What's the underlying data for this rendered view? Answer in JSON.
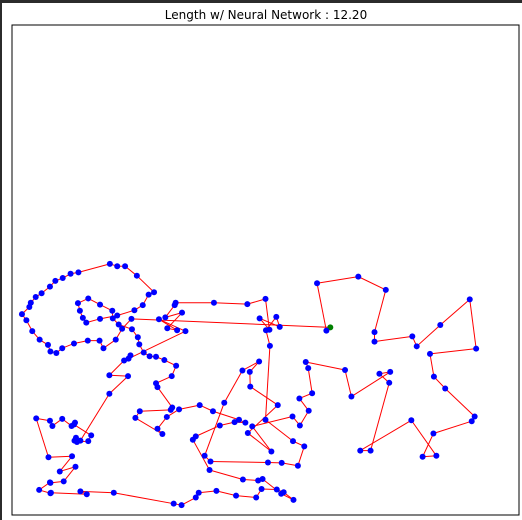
{
  "chart_data": {
    "type": "scatter",
    "title": "Length w/ Neural Network : 12.20",
    "xlabel": "",
    "ylabel": "",
    "xlim": [
      0,
      1
    ],
    "ylim": [
      0,
      1
    ],
    "grid": false,
    "axes_visible": false,
    "colors": {
      "points": "#0000ff",
      "tour": "#ff0000",
      "start": "#008000"
    },
    "start_index": 0,
    "points": [
      [
        0.632,
        0.379
      ],
      [
        0.624,
        0.372
      ],
      [
        0.605,
        0.472
      ],
      [
        0.689,
        0.486
      ],
      [
        0.745,
        0.458
      ],
      [
        0.722,
        0.369
      ],
      [
        0.722,
        0.349
      ],
      [
        0.799,
        0.36
      ],
      [
        0.808,
        0.339
      ],
      [
        0.856,
        0.384
      ],
      [
        0.916,
        0.438
      ],
      [
        0.929,
        0.334
      ],
      [
        0.835,
        0.323
      ],
      [
        0.843,
        0.275
      ],
      [
        0.866,
        0.25
      ],
      [
        0.926,
        0.191
      ],
      [
        0.92,
        0.181
      ],
      [
        0.842,
        0.155
      ],
      [
        0.82,
        0.106
      ],
      [
        0.848,
        0.108
      ],
      [
        0.797,
        0.183
      ],
      [
        0.693,
        0.119
      ],
      [
        0.714,
        0.119
      ],
      [
        0.752,
        0.262
      ],
      [
        0.732,
        0.281
      ],
      [
        0.754,
        0.285
      ],
      [
        0.675,
        0.233
      ],
      [
        0.662,
        0.289
      ],
      [
        0.582,
        0.306
      ],
      [
        0.587,
        0.293
      ],
      [
        0.595,
        0.24
      ],
      [
        0.569,
        0.229
      ],
      [
        0.588,
        0.203
      ],
      [
        0.57,
        0.172
      ],
      [
        0.555,
        0.191
      ],
      [
        0.473,
        0.17
      ],
      [
        0.512,
        0.117
      ],
      [
        0.464,
        0.156
      ],
      [
        0.525,
        0.215
      ],
      [
        0.469,
        0.254
      ],
      [
        0.468,
        0.285
      ],
      [
        0.487,
        0.307
      ],
      [
        0.453,
        0.288
      ],
      [
        0.416,
        0.22
      ],
      [
        0.376,
        0.108
      ],
      [
        0.388,
        0.096
      ],
      [
        0.505,
        0.094
      ],
      [
        0.533,
        0.093
      ],
      [
        0.566,
        0.087
      ],
      [
        0.579,
        0.128
      ],
      [
        0.556,
        0.139
      ],
      [
        0.5,
        0.184
      ],
      [
        0.509,
        0.34
      ],
      [
        0.501,
        0.373
      ],
      [
        0.522,
        0.401
      ],
      [
        0.529,
        0.38
      ],
      [
        0.488,
        0.398
      ],
      [
        0.508,
        0.374
      ],
      [
        0.5,
        0.439
      ],
      [
        0.463,
        0.428
      ],
      [
        0.395,
        0.431
      ],
      [
        0.317,
        0.431
      ],
      [
        0.315,
        0.426
      ],
      [
        0.296,
        0.4
      ],
      [
        0.33,
        0.41
      ],
      [
        0.3,
        0.377
      ],
      [
        0.32,
        0.373
      ],
      [
        0.283,
        0.396
      ],
      [
        0.337,
        0.371
      ],
      [
        0.221,
        0.313
      ],
      [
        0.225,
        0.32
      ],
      [
        0.212,
        0.309
      ],
      [
        0.182,
        0.278
      ],
      [
        0.22,
        0.276
      ],
      [
        0.182,
        0.239
      ],
      [
        0.123,
        0.14
      ],
      [
        0.111,
        0.14
      ],
      [
        0.114,
        0.146
      ],
      [
        0.116,
        0.137
      ],
      [
        0.139,
        0.139
      ],
      [
        0.145,
        0.151
      ],
      [
        0.11,
        0.174
      ],
      [
        0.112,
        0.178
      ],
      [
        0.105,
        0.171
      ],
      [
        0.086,
        0.186
      ],
      [
        0.066,
        0.171
      ],
      [
        0.061,
        0.182
      ],
      [
        0.033,
        0.187
      ],
      [
        0.058,
        0.105
      ],
      [
        0.106,
        0.107
      ],
      [
        0.081,
        0.075
      ],
      [
        0.113,
        0.085
      ],
      [
        0.089,
        0.054
      ],
      [
        0.062,
        0.051
      ],
      [
        0.061,
        0.052
      ],
      [
        0.039,
        0.036
      ],
      [
        0.062,
        0.029
      ],
      [
        0.063,
        0.03
      ],
      [
        0.136,
        0.027
      ],
      [
        0.123,
        0.033
      ],
      [
        0.191,
        0.03
      ],
      [
        0.313,
        0.007
      ],
      [
        0.329,
        0.004
      ],
      [
        0.358,
        0.02
      ],
      [
        0.364,
        0.03
      ],
      [
        0.4,
        0.034
      ],
      [
        0.44,
        0.024
      ],
      [
        0.481,
        0.02
      ],
      [
        0.492,
        0.038
      ],
      [
        0.523,
        0.037
      ],
      [
        0.537,
        0.031
      ],
      [
        0.557,
        0.015
      ],
      [
        0.532,
        0.028
      ],
      [
        0.494,
        0.059
      ],
      [
        0.485,
        0.056
      ],
      [
        0.454,
        0.058
      ],
      [
        0.386,
        0.078
      ],
      [
        0.352,
        0.142
      ],
      [
        0.358,
        0.149
      ],
      [
        0.407,
        0.172
      ],
      [
        0.437,
        0.179
      ],
      [
        0.459,
        0.178
      ],
      [
        0.446,
        0.184
      ],
      [
        0.393,
        0.202
      ],
      [
        0.366,
        0.215
      ],
      [
        0.324,
        0.206
      ],
      [
        0.299,
        0.19
      ],
      [
        0.28,
        0.165
      ],
      [
        0.29,
        0.154
      ],
      [
        0.235,
        0.188
      ],
      [
        0.244,
        0.202
      ],
      [
        0.307,
        0.205
      ],
      [
        0.31,
        0.21
      ],
      [
        0.28,
        0.253
      ],
      [
        0.277,
        0.261
      ],
      [
        0.309,
        0.276
      ],
      [
        0.318,
        0.298
      ],
      [
        0.294,
        0.31
      ],
      [
        0.277,
        0.317
      ],
      [
        0.264,
        0.318
      ],
      [
        0.252,
        0.326
      ],
      [
        0.243,
        0.343
      ],
      [
        0.24,
        0.358
      ],
      [
        0.228,
        0.375
      ],
      [
        0.201,
        0.385
      ],
      [
        0.189,
        0.398
      ],
      [
        0.188,
        0.414
      ],
      [
        0.163,
        0.427
      ],
      [
        0.139,
        0.44
      ],
      [
        0.118,
        0.43
      ],
      [
        0.122,
        0.414
      ],
      [
        0.128,
        0.399
      ],
      [
        0.135,
        0.389
      ],
      [
        0.163,
        0.397
      ],
      [
        0.198,
        0.404
      ],
      [
        0.233,
        0.415
      ],
      [
        0.25,
        0.426
      ],
      [
        0.262,
        0.448
      ],
      [
        0.273,
        0.453
      ],
      [
        0.238,
        0.488
      ],
      [
        0.214,
        0.508
      ],
      [
        0.198,
        0.508
      ],
      [
        0.183,
        0.513
      ],
      [
        0.119,
        0.495
      ],
      [
        0.103,
        0.492
      ],
      [
        0.087,
        0.483
      ],
      [
        0.072,
        0.477
      ],
      [
        0.061,
        0.465
      ],
      [
        0.044,
        0.451
      ],
      [
        0.032,
        0.443
      ],
      [
        0.022,
        0.431
      ],
      [
        0.019,
        0.422
      ],
      [
        0.004,
        0.407
      ],
      [
        0.013,
        0.394
      ],
      [
        0.025,
        0.371
      ],
      [
        0.04,
        0.353
      ],
      [
        0.057,
        0.342
      ],
      [
        0.062,
        0.328
      ],
      [
        0.074,
        0.325
      ],
      [
        0.086,
        0.335
      ],
      [
        0.11,
        0.345
      ],
      [
        0.138,
        0.351
      ],
      [
        0.162,
        0.351
      ],
      [
        0.17,
        0.335
      ],
      [
        0.195,
        0.353
      ],
      [
        0.208,
        0.376
      ],
      [
        0.227,
        0.397
      ]
    ],
    "tour_note": "closed tour visiting points in listed order"
  }
}
